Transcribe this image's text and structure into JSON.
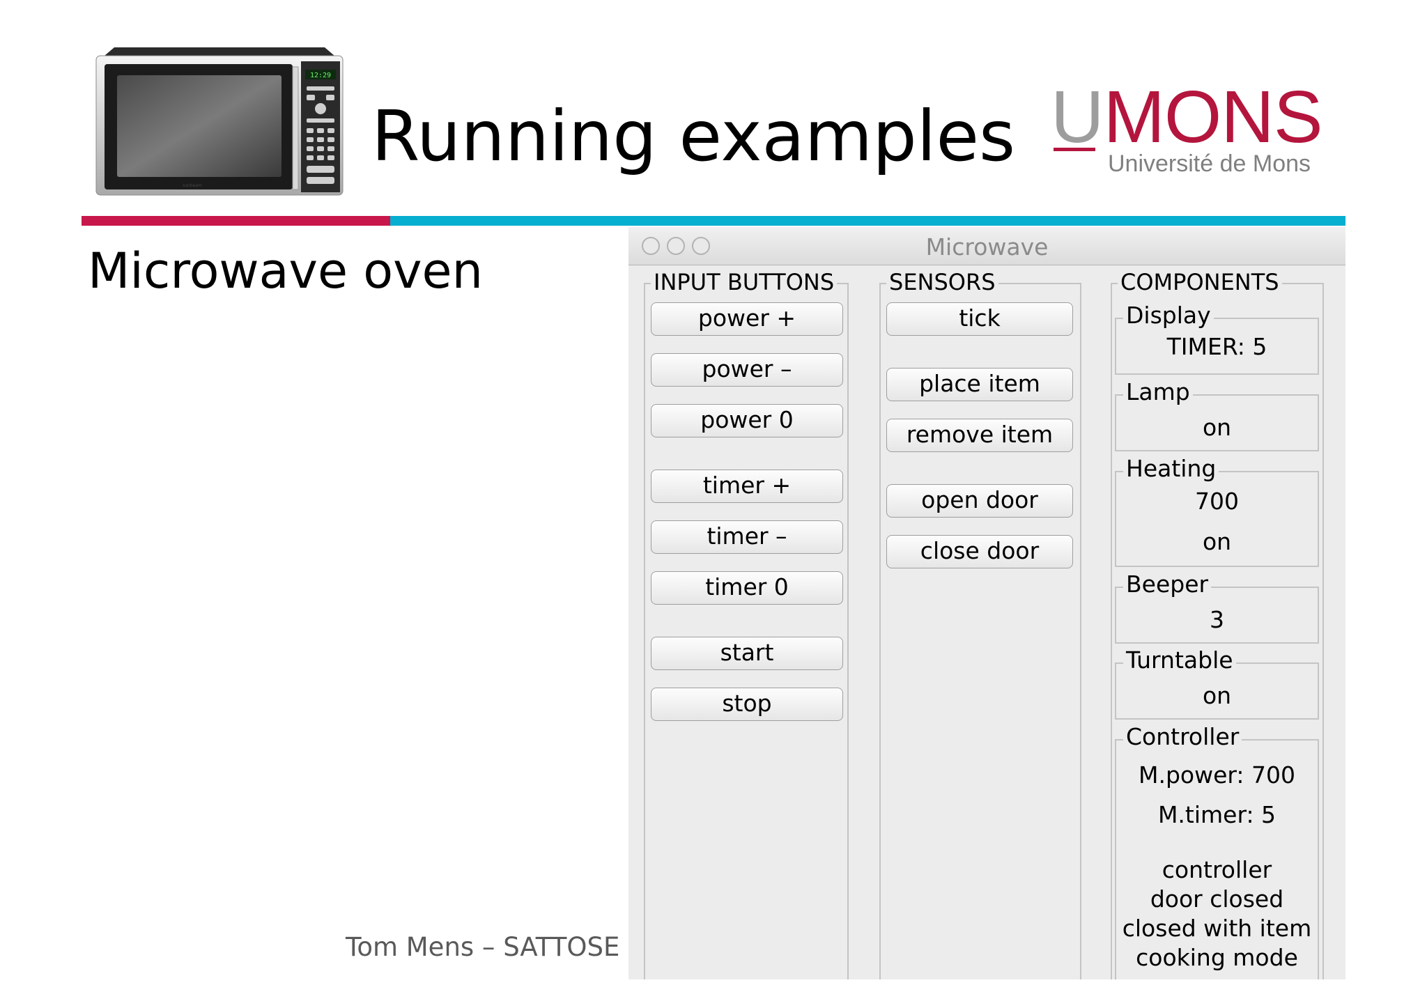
{
  "slide": {
    "title": "Running examples",
    "subtitle": "Microwave oven",
    "footer": "Tom Mens – SATTOSE"
  },
  "logo": {
    "letter_u": "U",
    "rest": "MONS",
    "sub": "Université de Mons"
  },
  "colors": {
    "brand_red": "#c8174a",
    "brand_cyan": "#06aecf",
    "logo_red": "#b4153d"
  },
  "oven_photo": {
    "clock": "12:29",
    "brand": "sunbeam"
  },
  "window": {
    "title": "Microwave",
    "input_panel": {
      "label": "INPUT BUTTONS",
      "buttons": [
        "power +",
        "power –",
        "power 0",
        "timer +",
        "timer –",
        "timer 0",
        "start",
        "stop"
      ]
    },
    "sensor_panel": {
      "label": "SENSORS",
      "buttons": [
        "tick",
        "place item",
        "remove item",
        "open door",
        "close door"
      ]
    },
    "components_panel": {
      "label": "COMPONENTS",
      "display": {
        "label": "Display",
        "value": "TIMER: 5"
      },
      "lamp": {
        "label": "Lamp",
        "value": "on"
      },
      "heating": {
        "label": "Heating",
        "power": "700",
        "state": "on"
      },
      "beeper": {
        "label": "Beeper",
        "value": "3"
      },
      "turntable": {
        "label": "Turntable",
        "value": "on"
      },
      "controller": {
        "label": "Controller",
        "power": "M.power: 700",
        "timer": "M.timer: 5",
        "states": [
          "controller",
          "door closed",
          "closed with item",
          "cooking mode"
        ]
      }
    }
  }
}
